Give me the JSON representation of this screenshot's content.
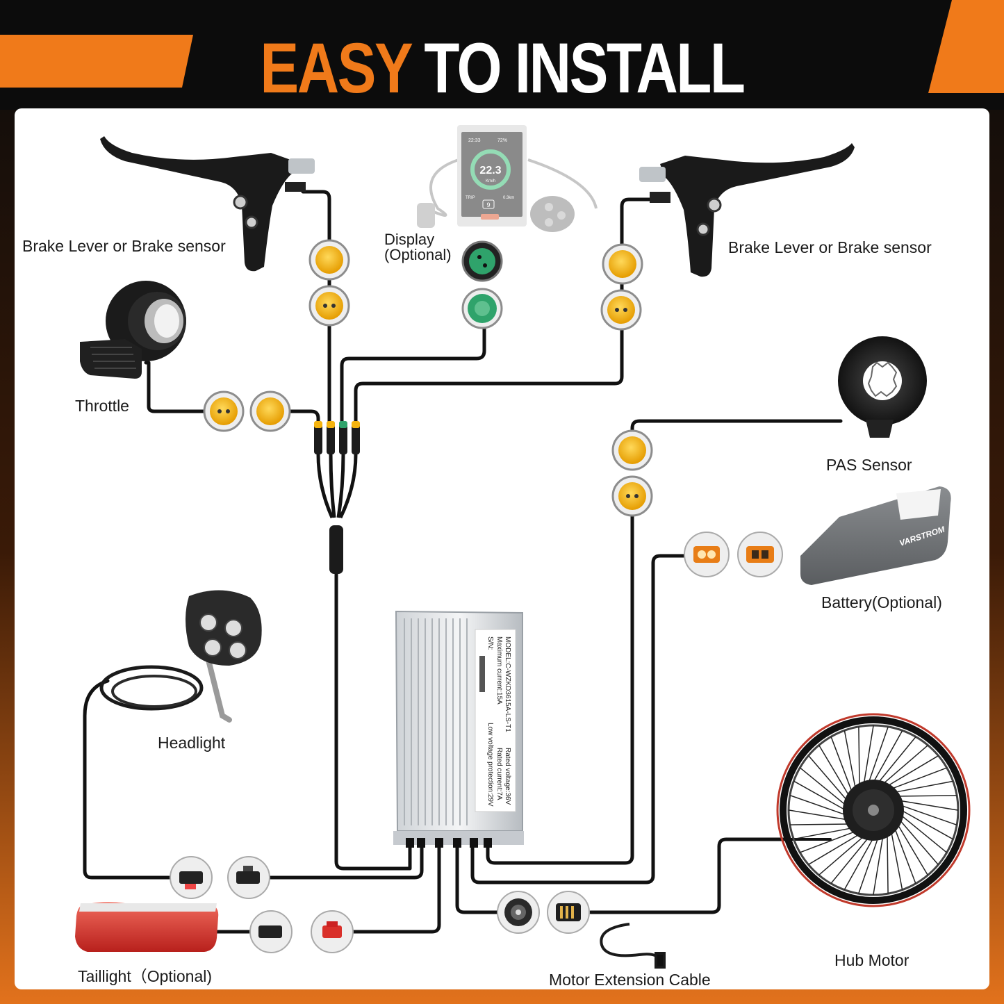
{
  "title": {
    "part1": "EASY",
    "part2": "TO INSTALL"
  },
  "colors": {
    "accent": "#f07a1a",
    "title_bg": "#0c0c0c",
    "panel": "#ffffff",
    "wire": "#111111",
    "connector_yellow": "#f5b40f",
    "connector_green": "#2fa36b",
    "taillight_red": "#d9302a"
  },
  "labels": {
    "brake_left": "Brake Lever or Brake sensor",
    "brake_right": "Brake Lever or Brake sensor",
    "display_line1": "Display",
    "display_line2": "(Optional)",
    "throttle": "Throttle",
    "pas_sensor": "PAS Sensor",
    "battery": "Battery(Optional)",
    "headlight": "Headlight",
    "taillight": "Taillight（Optional)",
    "motor_extension": "Motor Extension Cable",
    "hub_motor": "Hub Motor"
  },
  "display_screen": {
    "time": "22:33",
    "battery": "72%",
    "speed": "22.3",
    "unit": "Km/h",
    "trip": "TRIP",
    "trip_value": "0.3km",
    "level": "9"
  },
  "battery_brand": "VARSTROM",
  "controller_label": {
    "model": "MODEL:C-WZKD3615A-LS-T1",
    "max_current": "Maximum current:15A",
    "sn": "S/N:",
    "rated_voltage": "Rated voltage:36V",
    "rated_current": "Rated current:7A",
    "low_voltage": "Low voltage protection:29V"
  }
}
